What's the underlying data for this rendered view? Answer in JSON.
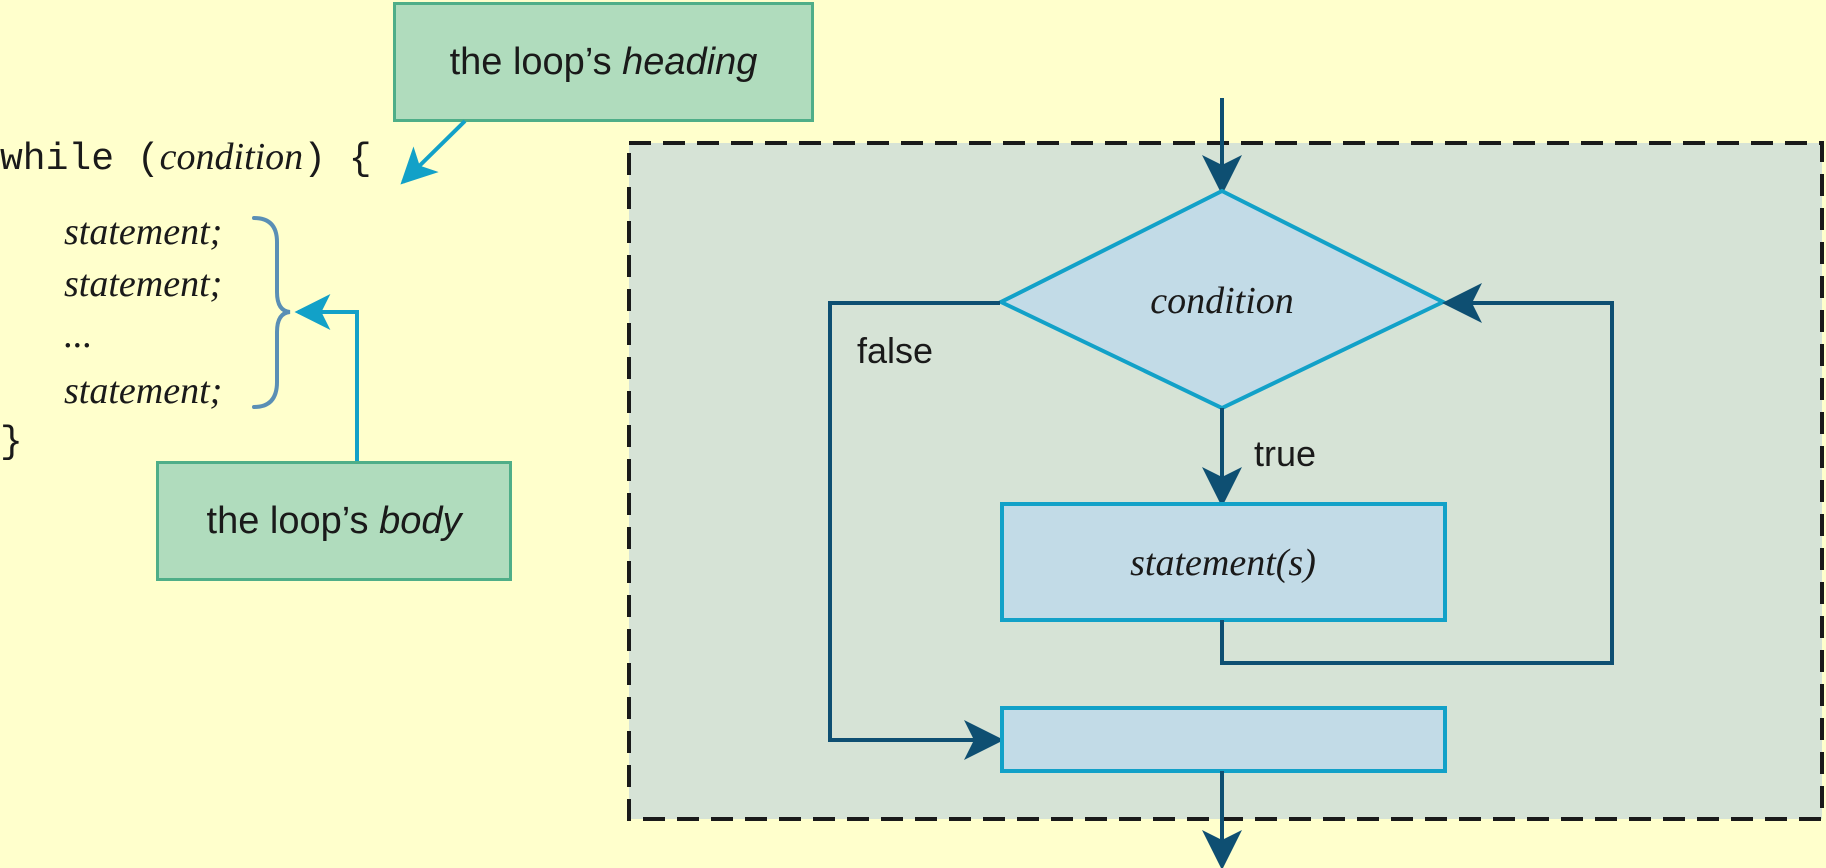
{
  "callouts": {
    "heading": {
      "prefix": "the loop’s ",
      "emphasis": "heading"
    },
    "body": {
      "prefix": "the loop’s ",
      "emphasis": "body"
    }
  },
  "code": {
    "keyword": "while",
    "open_paren": " (",
    "condition": "condition",
    "close": ") {",
    "statements": [
      "statement;",
      "statement;",
      "...",
      "statement;"
    ],
    "closing_brace": "}"
  },
  "flowchart": {
    "condition_label": "condition",
    "true_label": "true",
    "false_label": "false",
    "statements_label": "statement(s)",
    "exit_box_label": ""
  },
  "colors": {
    "background": "#ffffcc",
    "callout_fill": "#b0dcbd",
    "callout_border": "#4fae88",
    "panel_fill": "#d6e3d6",
    "shape_fill": "#c2dbe7",
    "shape_stroke": "#12a1c8",
    "flow_arrow": "#0e4f72",
    "callout_arrow": "#12a1c8"
  }
}
